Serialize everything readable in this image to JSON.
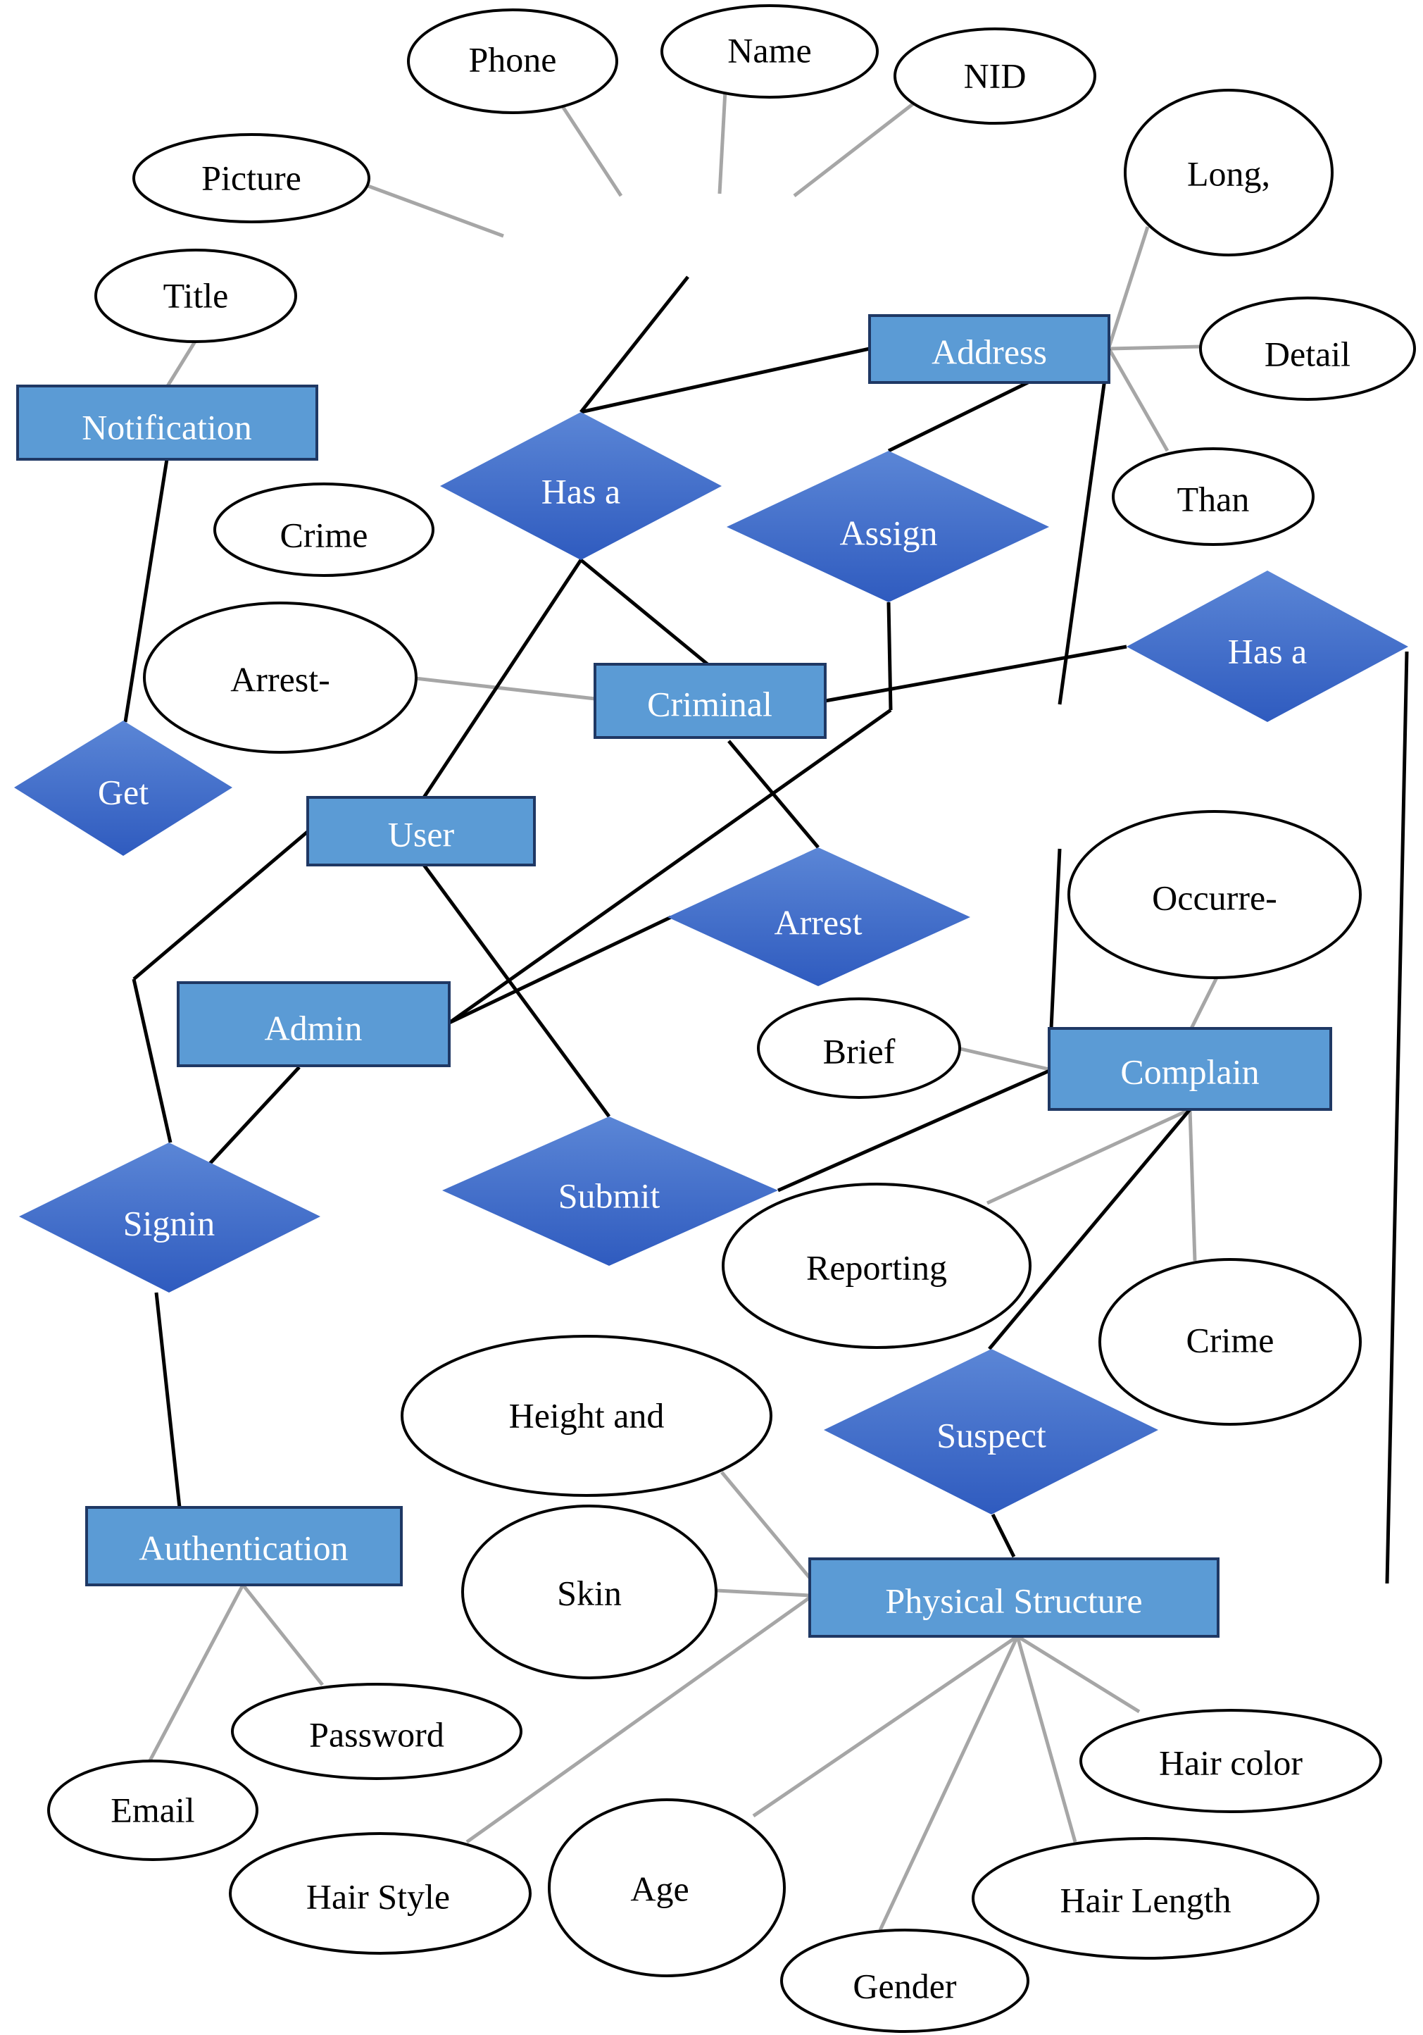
{
  "entities": {
    "notification": "Notification",
    "address": "Address",
    "criminal": "Criminal",
    "user": "User",
    "admin": "Admin",
    "complain": "Complain",
    "authentication": "Authentication",
    "physical_structure": "Physical Structure"
  },
  "relationships": {
    "has_a_top": "Has a",
    "assign": "Assign",
    "has_a_right": "Has a",
    "get": "Get",
    "arrest": "Arrest",
    "signin": "Signin",
    "submit": "Submit",
    "suspect": "Suspect"
  },
  "attributes": {
    "phone": "Phone",
    "name": "Name",
    "nid": "NID",
    "picture": "Picture",
    "long": "Long,",
    "title": "Title",
    "detail": "Detail",
    "than": "Than",
    "crime_top": "Crime",
    "arrest_date": "Arrest-",
    "occurrence": "Occurre-",
    "brief": "Brief",
    "reporting": "Reporting",
    "crime_bottom": "Crime",
    "height_and": "Height and",
    "skin": "Skin",
    "password": "Password",
    "email": "Email",
    "hair_color": "Hair color",
    "hair_style": "Hair Style",
    "age": "Age",
    "hair_length": "Hair Length",
    "gender": "Gender"
  },
  "colors": {
    "entity_fill": "#5b9bd5",
    "entity_stroke": "#1f3864",
    "relationship_top": "#5b86d6",
    "relationship_bottom": "#2f5bbf",
    "attribute_link": "#a6a6a6",
    "relationship_link": "#000000"
  }
}
